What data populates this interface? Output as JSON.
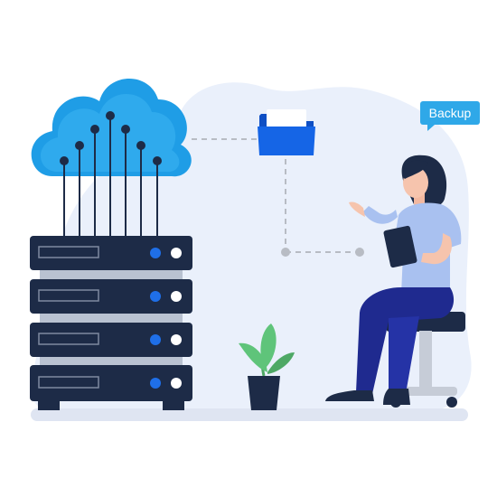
{
  "badge": {
    "label": "Backup"
  },
  "colors": {
    "background_blob": "#eaf0fb",
    "server_body": "#1d2b47",
    "server_gap": "#b9c2d1",
    "cloud": "#1f9de6",
    "folder": "#1565e6",
    "connector": "#b8bcc4",
    "badge": "#2fa8e8",
    "leaf": "#5fc47a",
    "shirt": "#a9c1f0",
    "pants": "#1f2a8f",
    "stool": "#1d2b47"
  },
  "illustration": {
    "server_rack": {
      "units": 4
    },
    "icons": [
      "cloud-icon",
      "folder-icon",
      "server-rack-icon",
      "plant-icon",
      "person-figure",
      "stool-icon",
      "tablet-icon"
    ]
  }
}
